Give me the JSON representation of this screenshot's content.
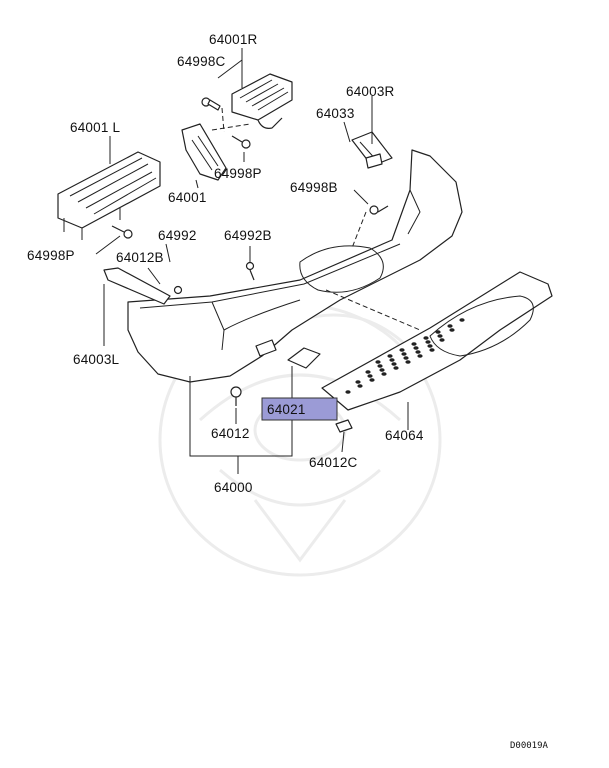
{
  "diagram": {
    "highlight_color": "#9b9bd6",
    "callouts": [
      {
        "id": "c-64001r",
        "text": "64001R"
      },
      {
        "id": "c-64998c",
        "text": "64998C"
      },
      {
        "id": "c-64003r",
        "text": "64003R"
      },
      {
        "id": "c-64033",
        "text": "64033"
      },
      {
        "id": "c-64001l",
        "text": "64001 L"
      },
      {
        "id": "c-64998p-top",
        "text": "64998P"
      },
      {
        "id": "c-64001",
        "text": "64001"
      },
      {
        "id": "c-64998b",
        "text": "64998B"
      },
      {
        "id": "c-64998p-left",
        "text": "64998P"
      },
      {
        "id": "c-64992",
        "text": "64992"
      },
      {
        "id": "c-64992b",
        "text": "64992B"
      },
      {
        "id": "c-64012b",
        "text": "64012B"
      },
      {
        "id": "c-64003l",
        "text": "64003L"
      },
      {
        "id": "c-64021",
        "text": "64021"
      },
      {
        "id": "c-64012",
        "text": "64012"
      },
      {
        "id": "c-64064",
        "text": "64064"
      },
      {
        "id": "c-64012c",
        "text": "64012C"
      },
      {
        "id": "c-64000",
        "text": "64000"
      }
    ],
    "drawing_code": "D00019A"
  }
}
